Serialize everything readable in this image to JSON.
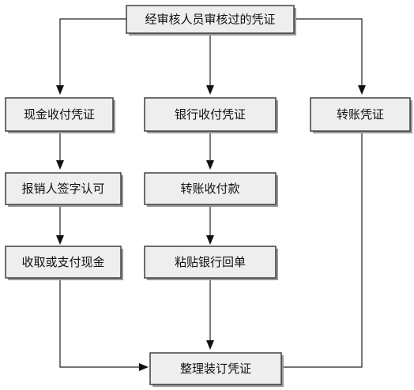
{
  "diagram": {
    "nodes": {
      "root": "经审核人员审核过的凭证",
      "cash_voucher": "现金收付凭证",
      "bank_voucher": "银行收付凭证",
      "transfer_voucher": "转账凭证",
      "reimburser_sign": "报销人签字认可",
      "transfer_payment": "转账收付款",
      "collect_pay_cash": "收取或支付现金",
      "attach_bank_receipt": "粘贴银行回单",
      "organize_bind": "整理装订凭证"
    },
    "edges": [
      [
        "root",
        "cash_voucher"
      ],
      [
        "root",
        "bank_voucher"
      ],
      [
        "root",
        "transfer_voucher"
      ],
      [
        "cash_voucher",
        "reimburser_sign"
      ],
      [
        "reimburser_sign",
        "collect_pay_cash"
      ],
      [
        "collect_pay_cash",
        "organize_bind"
      ],
      [
        "bank_voucher",
        "transfer_payment"
      ],
      [
        "transfer_payment",
        "attach_bank_receipt"
      ],
      [
        "attach_bank_receipt",
        "organize_bind"
      ],
      [
        "transfer_voucher",
        "organize_bind"
      ]
    ]
  }
}
